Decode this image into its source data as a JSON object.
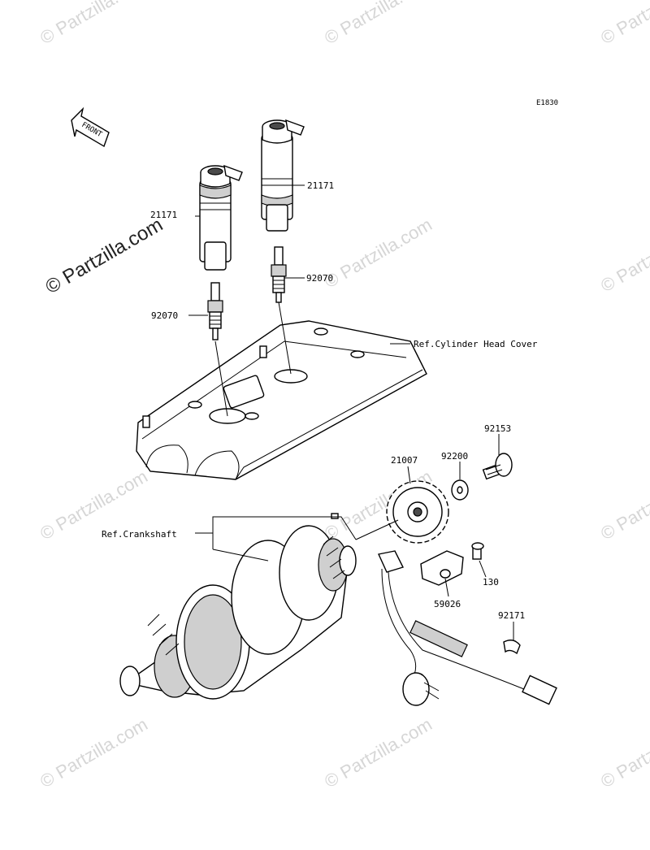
{
  "diagram_code": "E1830",
  "front_arrow_label": "FRONT",
  "watermark_text": "© Partzilla.com",
  "callouts": {
    "coil_left": "21171",
    "coil_right": "21171",
    "plug_left": "92070",
    "plug_right": "92070",
    "head_cover": "Ref.Cylinder Head Cover",
    "bolt": "92153",
    "washer": "92200",
    "rotor": "21007",
    "crankshaft": "Ref.Crankshaft",
    "bolt_small": "130",
    "pickup_coil": "59026",
    "clamp": "92171"
  },
  "colors": {
    "line": "#000000",
    "watermark": "#d6d6d6",
    "background": "#ffffff"
  }
}
